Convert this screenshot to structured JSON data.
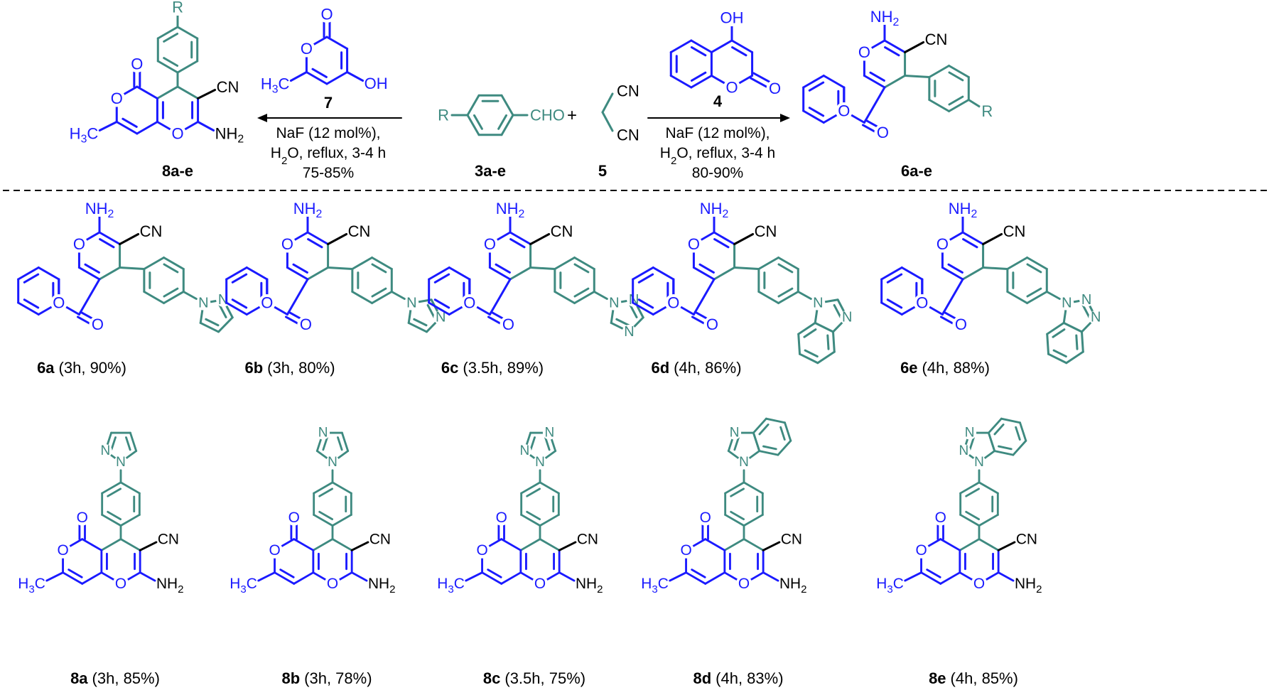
{
  "scheme": {
    "reagent_aldehyde": {
      "label": "3a-e",
      "substituent": "R",
      "group": "CHO"
    },
    "plus": "+",
    "reagent_malononitrile": {
      "label": "5",
      "groups": [
        "CN",
        "CN"
      ]
    },
    "left_reaction": {
      "reagent_label": "7",
      "reagent_groups": {
        "carbonyl": "O",
        "methyl": "H3C",
        "hydroxyl": "OH"
      },
      "conditions": [
        "NaF (12 mol%),",
        "H2O, reflux, 3-4 h",
        "75-85%"
      ],
      "product_label": "8a-e"
    },
    "right_reaction": {
      "reagent_label": "4",
      "reagent_groups": {
        "hydroxyl": "OH",
        "carbonyl": "O"
      },
      "conditions": [
        "NaF (12 mol%),",
        "H2O, reflux, 3-4 h",
        "80-90%"
      ],
      "product_label": "6a-e"
    },
    "general_product_groups": {
      "amine": "NH2",
      "nitrile": "CN",
      "substituent": "R",
      "methyl": "H3C",
      "oxo": "O",
      "ring_o": "O"
    }
  },
  "products_6": [
    {
      "id": "6a",
      "detail": "(3h, 90%)",
      "heterocycle": "pyrazol-1-yl"
    },
    {
      "id": "6b",
      "detail": "(3h, 80%)",
      "heterocycle": "imidazol-1-yl"
    },
    {
      "id": "6c",
      "detail": "(3.5h, 89%)",
      "heterocycle": "1,2,4-triazol-1-yl"
    },
    {
      "id": "6d",
      "detail": "(4h, 86%)",
      "heterocycle": "benzimidazol-1-yl"
    },
    {
      "id": "6e",
      "detail": "(4h, 88%)",
      "heterocycle": "benzotriazol-1-yl"
    }
  ],
  "products_8": [
    {
      "id": "8a",
      "detail": "(3h, 85%)",
      "heterocycle": "pyrazol-1-yl"
    },
    {
      "id": "8b",
      "detail": "(3h, 78%)",
      "heterocycle": "imidazol-1-yl"
    },
    {
      "id": "8c",
      "detail": "(3.5h, 75%)",
      "heterocycle": "1,2,4-triazol-1-yl"
    },
    {
      "id": "8d",
      "detail": "(4h, 83%)",
      "heterocycle": "benzimidazol-1-yl"
    },
    {
      "id": "8e",
      "detail": "(4h, 85%)",
      "heterocycle": "benzotriazol-1-yl"
    }
  ],
  "colors": {
    "blue": "#1a1aff",
    "teal": "#3e8a80",
    "black": "#000000"
  }
}
